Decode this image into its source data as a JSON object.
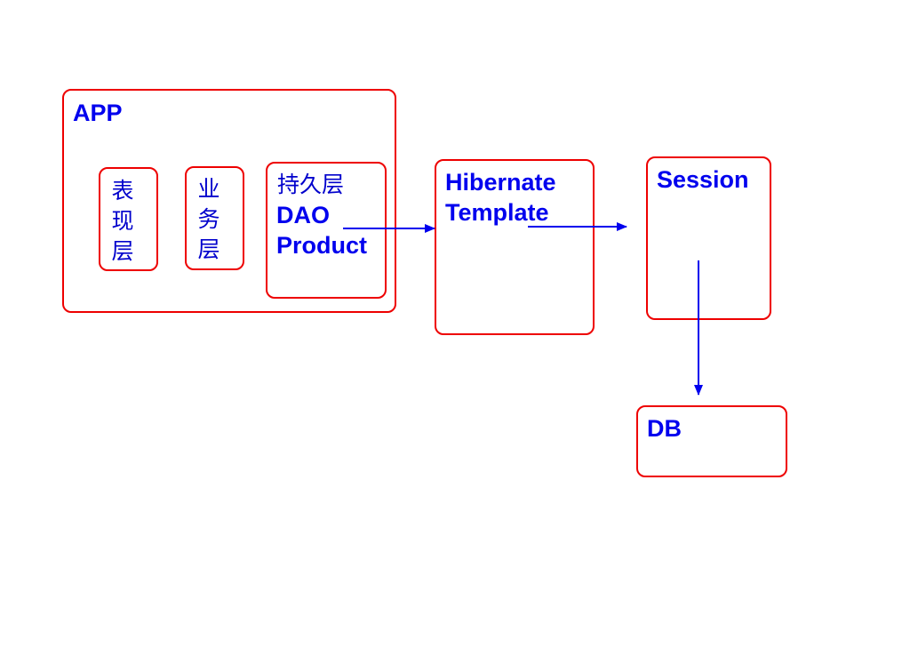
{
  "app": {
    "label": "APP"
  },
  "presentation_layer": {
    "label": "表现层"
  },
  "business_layer": {
    "label": "业务层"
  },
  "persistence_layer": {
    "title": "持久层",
    "line1": "DAO",
    "line2": "Product"
  },
  "hibernate_template": {
    "line1": "Hibernate",
    "line2": "Template"
  },
  "session": {
    "label": "Session"
  },
  "db": {
    "label": "DB"
  },
  "colors": {
    "box_border": "#ee0000",
    "text": "#0000ee",
    "arrow": "#0000ee"
  }
}
